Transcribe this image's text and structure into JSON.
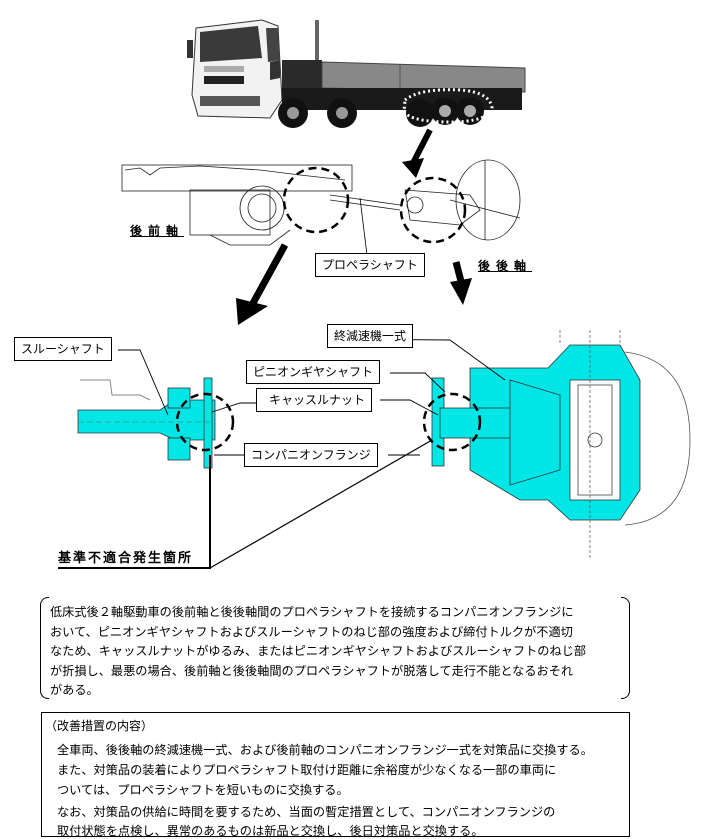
{
  "document": {
    "figure": {
      "truck_image": "truck-photo",
      "axle_labels": {
        "rear_front_axle": "後前軸",
        "rear_rear_axle": "後後軸"
      },
      "propeller_shaft_label": "プロペラシャフト",
      "detail_labels": {
        "through_shaft": "スルーシャフト",
        "final_reduction_assembly": "終減速機一式",
        "pinion_gear_shaft": "ピニオンギヤシャフト",
        "castle_nut": "キャッスルナット",
        "companion_flange": "コンパニオンフランジ"
      },
      "defect_location_label": "基準不適合発生箇所",
      "highlight_color": "#00E5E5"
    },
    "description": {
      "lines": [
        "低床式後２軸駆動車の後前軸と後後軸間のプロペラシャフトを接続するコンパニオンフランジに",
        "おいて、ピニオンギヤシャフトおよびスルーシャフトのねじ部の強度および締付トルクが不適切",
        "なため、キャッスルナットがゆるみ、またはピニオンギヤシャフトおよびスルーシャフトのねじ部",
        "が折損し、最悪の場合、後前軸と後後軸間のプロペラシャフトが脱落して走行不能となるおそれ",
        "がある。"
      ]
    },
    "improvement": {
      "title": "（改善措置の内容）",
      "lines": [
        "全車両、後後軸の終減速機一式、および後前軸のコンパニオンフランジ一式を対策品に交換する。",
        "また、対策品の装着によりプロペラシャフト取付け距離に余裕度が少なくなる一部の車両に",
        "ついては、プロペラシャフトを短いものに交換する。",
        "なお、対策品の供給に時間を要するため、当面の暫定措置として、コンパニオンフランジの",
        "取付状態を点検し、異常のあるものは新品と交換し、後日対策品と交換する。"
      ]
    }
  }
}
